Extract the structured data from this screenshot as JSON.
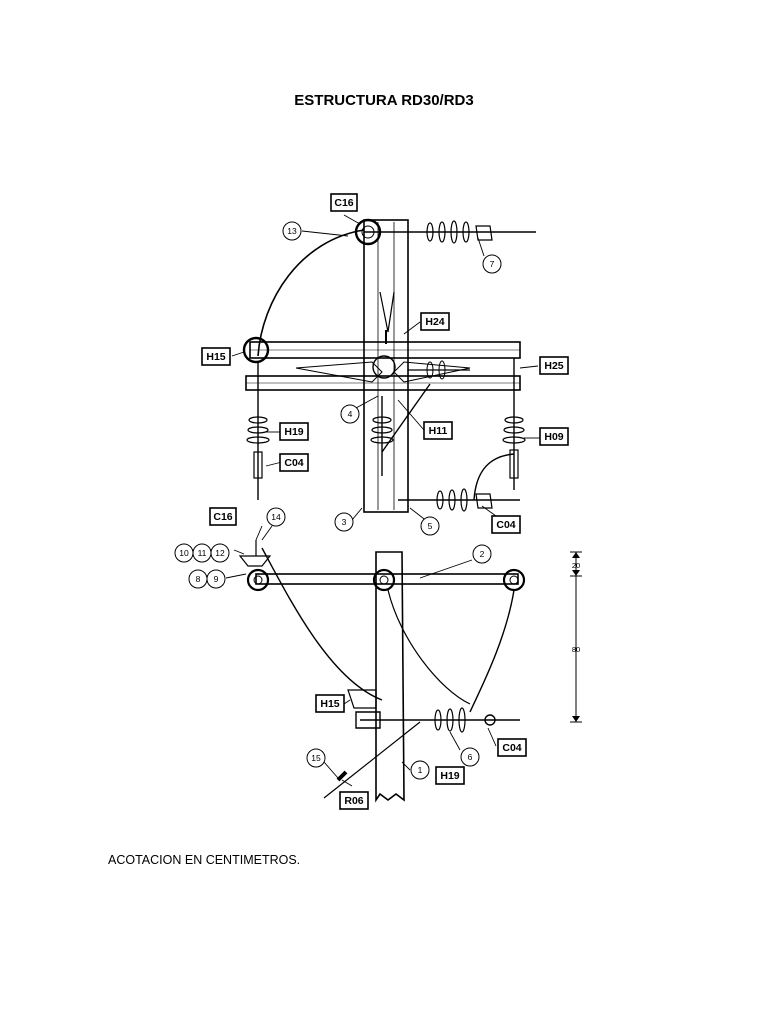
{
  "title": "ESTRUCTURA RD30/RD3",
  "footnote": "ACOTACION EN CENTIMETROS.",
  "top_view": {
    "codes": [
      "C16",
      "H24",
      "H15",
      "H25",
      "H11",
      "H19",
      "H09",
      "C04",
      "C04"
    ],
    "numbers": [
      "13",
      "7",
      "4",
      "3",
      "5"
    ]
  },
  "side_view": {
    "codes": [
      "C16",
      "H15",
      "C04",
      "H19",
      "R06"
    ],
    "numbers": [
      "14",
      "10",
      "11",
      "12",
      "8",
      "9",
      "2",
      "6",
      "1",
      "15"
    ]
  },
  "dimensions": [
    "20",
    "80"
  ]
}
